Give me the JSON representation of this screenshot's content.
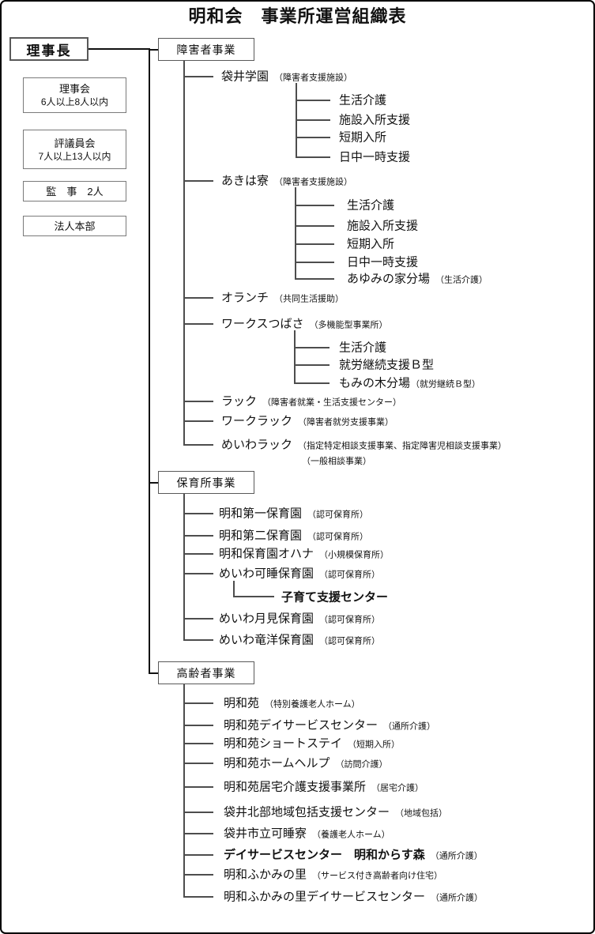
{
  "title": "明和会　事業所運営組織表",
  "org_boxes": {
    "chairman": {
      "label": "理事長"
    },
    "others": [
      {
        "label": "理事会",
        "sub": "6人以上8人以内"
      },
      {
        "label": "評議員会",
        "sub": "7人以上13人以内"
      },
      {
        "label": "監　事　2人",
        "sub": ""
      },
      {
        "label": "法人本部",
        "sub": ""
      }
    ]
  },
  "sections": [
    {
      "label": "障害者事業",
      "items": [
        {
          "name": "袋井学園",
          "note": "（障害者支援施設）",
          "children": [
            {
              "name": "生活介護"
            },
            {
              "name": "施設入所支援"
            },
            {
              "name": "短期入所"
            },
            {
              "name": "日中一時支援"
            }
          ]
        },
        {
          "name": "あきは寮",
          "note": "（障害者支援施設）",
          "children": [
            {
              "name": "生活介護"
            },
            {
              "name": "施設入所支援"
            },
            {
              "name": "短期入所"
            },
            {
              "name": "日中一時支援"
            },
            {
              "name": "あゆみの家分場",
              "note": "（生活介護）"
            }
          ]
        },
        {
          "name": "オランチ",
          "note": "（共同生活援助）"
        },
        {
          "name": "ワークスつばさ",
          "note": "（多機能型事業所）",
          "children": [
            {
              "name": "生活介護"
            },
            {
              "name": "就労継続支援Ｂ型"
            },
            {
              "name": "もみの木分場",
              "note": "（就労継続Ｂ型）"
            }
          ]
        },
        {
          "name": "ラック",
          "note": "（障害者就業・生活支援センター）"
        },
        {
          "name": "ワークラック",
          "note": "（障害者就労支援事業）"
        },
        {
          "name": "めいわラック",
          "note": "（指定特定相談支援事業、指定障害児相談支援事業）",
          "note2": "（一般相談事業）"
        }
      ]
    },
    {
      "label": "保育所事業",
      "items": [
        {
          "name": "明和第一保育園",
          "note": "（認可保育所）"
        },
        {
          "name": "明和第二保育園",
          "note": "（認可保育所）"
        },
        {
          "name": "明和保育園オハナ",
          "note": "（小規模保育所）"
        },
        {
          "name": "めいわ可睡保育園",
          "note": "（認可保育所）",
          "children": [
            {
              "name": "子育て支援センター",
              "bold": true
            }
          ]
        },
        {
          "name": "めいわ月見保育園",
          "note": "（認可保育所）"
        },
        {
          "name": "めいわ竜洋保育園",
          "note": "（認可保育所）"
        }
      ]
    },
    {
      "label": "高齢者事業",
      "items": [
        {
          "name": "明和苑",
          "note": "（特別養護老人ホーム）"
        },
        {
          "name": "明和苑デイサービスセンター",
          "note": "（通所介護）"
        },
        {
          "name": "明和苑ショートステイ",
          "note": "（短期入所）"
        },
        {
          "name": "明和苑ホームヘルプ",
          "note": "（訪問介護）"
        },
        {
          "name": "明和苑居宅介護支援事業所",
          "note": "（居宅介護）"
        },
        {
          "name": "袋井北部地域包括支援センター",
          "note": "（地域包括）"
        },
        {
          "name": "袋井市立可睡寮",
          "note": "（養護老人ホーム）"
        },
        {
          "name": "デイサービスセンター　明和からす森",
          "note": "（通所介護）",
          "bold": true
        },
        {
          "name": "明和ふかみの里",
          "note": "（サービス付き高齢者向け住宅）"
        },
        {
          "name": "明和ふかみの里デイサービスセンター",
          "note": "（通所介護）"
        }
      ]
    }
  ]
}
